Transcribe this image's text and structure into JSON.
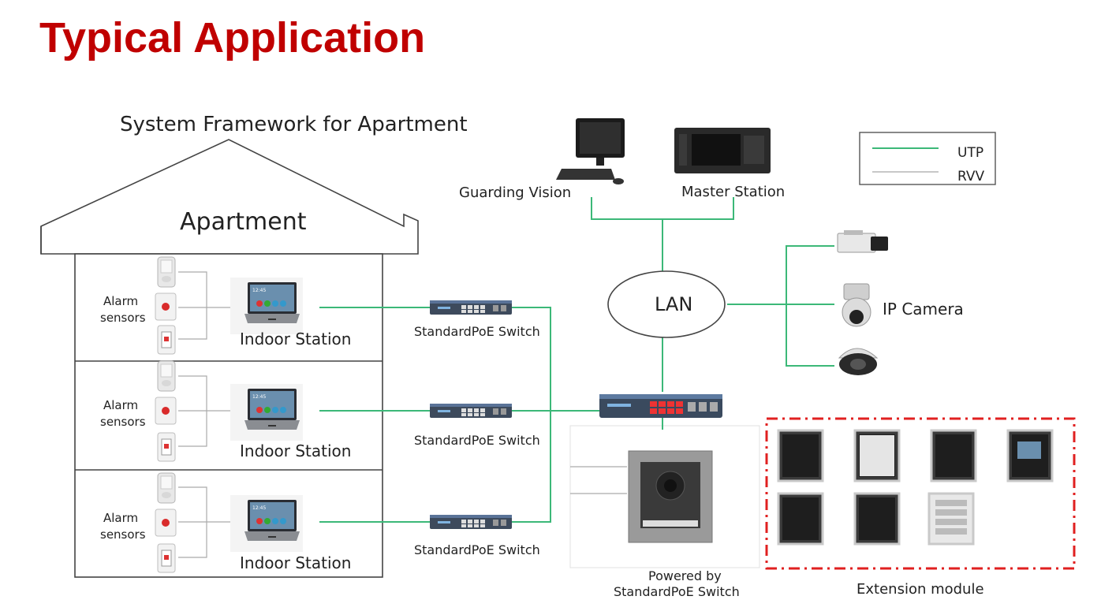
{
  "title": "Typical Application",
  "apartment": {
    "framework_title": "System Framework for Apartment",
    "roof_label": "Apartment",
    "floors": [
      {
        "sensors_label_1": "Alarm",
        "sensors_label_2": "sensors",
        "station_label": "Indoor Station",
        "switch_label": "StandardPoE Switch"
      },
      {
        "sensors_label_1": "Alarm",
        "sensors_label_2": "sensors",
        "station_label": "Indoor Station",
        "switch_label": "StandardPoE Switch"
      },
      {
        "sensors_label_1": "Alarm",
        "sensors_label_2": "sensors",
        "station_label": "Indoor Station",
        "switch_label": "StandardPoE Switch"
      }
    ]
  },
  "network": {
    "guarding_vision": "Guarding Vision",
    "master_station": "Master Station",
    "lan": "LAN",
    "ip_camera": "IP Camera",
    "door_station_1": "Powered by",
    "door_station_2": "StandardPoE Switch"
  },
  "legend": {
    "utp": "UTP",
    "rvv": "RVV"
  },
  "extension": {
    "label": "Extension module"
  },
  "colors": {
    "title": "#c00000",
    "utp": "#3cb878",
    "rvv": "#c8c8c8",
    "extension_border": "#e02020",
    "frame": "#444444"
  }
}
